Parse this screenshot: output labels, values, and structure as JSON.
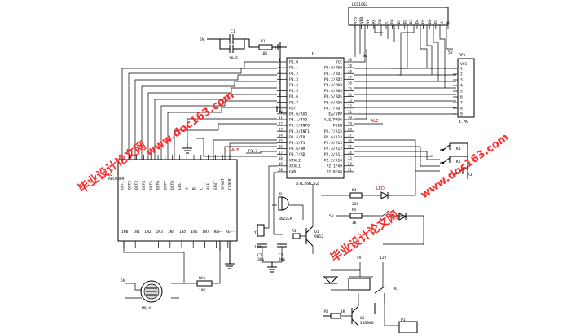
{
  "mcu": {
    "name": "STC89C52",
    "ref": "U1",
    "pins_left": [
      "P1.0",
      "P1.1",
      "P1.2",
      "P1.3",
      "P1.4",
      "P1.5",
      "P1.6",
      "P1.7",
      "RST",
      "P3.0/RXD",
      "P3.1/TXD",
      "P3.2/INT0",
      "P3.3/INT1",
      "P3.4/T0",
      "P3.5/T1",
      "P3.6/WR",
      "P3.7/RD",
      "XTAL2",
      "XTAL1",
      "GND"
    ],
    "pins_right": [
      "VCC",
      "P0.0/AD0",
      "P0.1/AD1",
      "P0.2/AD2",
      "P0.3/AD3",
      "P0.4/AD4",
      "P0.5/AD5",
      "P0.6/AD6",
      "P0.7/AD7",
      "EA/VPP",
      "ALE/PROG",
      "PSEN",
      "P2.7/A15",
      "P2.6/A14",
      "P2.5/A13",
      "P2.4/A12",
      "P2.3/A11",
      "P2.2/A10",
      "P2.1/A9",
      "P2.0/A8"
    ],
    "nums_left": [
      "1",
      "2",
      "3",
      "4",
      "5",
      "6",
      "7",
      "8",
      "9",
      "10",
      "11",
      "12",
      "13",
      "14",
      "15",
      "16",
      "17",
      "18",
      "19",
      "20"
    ],
    "nums_right": [
      "40",
      "39",
      "38",
      "37",
      "36",
      "35",
      "34",
      "33",
      "32",
      "31",
      "30",
      "29",
      "28",
      "27",
      "26",
      "25",
      "24",
      "23",
      "22",
      "21"
    ]
  },
  "adc": {
    "name": "ADC0809",
    "ref": "U2",
    "pins_top": [
      "OUT1",
      "OUT2",
      "OUT3",
      "OUT4",
      "OUT5",
      "OUT6",
      "OUT7",
      "OUT8",
      "EOC",
      "A",
      "B",
      "C",
      "ALE",
      "EOUT",
      "START",
      "CLOCK"
    ],
    "pins_bottom": [
      "IN0",
      "IN1",
      "IN2",
      "IN3",
      "IN4",
      "IN5",
      "IN6",
      "IN7",
      "REF+",
      "REF-"
    ]
  },
  "lcd": {
    "ref": "LCD1602",
    "pins": [
      "VSS",
      "VDD",
      "V0",
      "RS",
      "RW",
      "E",
      "D0",
      "D1",
      "D2",
      "D3",
      "D4",
      "D5",
      "D6",
      "D7",
      "A",
      "K"
    ]
  },
  "rp": {
    "ref": "RP1",
    "value": "4.7K",
    "vcc": "VCC",
    "pins": [
      "1",
      "2",
      "3",
      "4",
      "5",
      "6",
      "7",
      "8",
      "9"
    ]
  },
  "parts": {
    "c1": "C1",
    "c1_val": "10uF",
    "r1": "R1",
    "r1_val": "10K",
    "vcc5_a": "5V",
    "vcc5_b": "5V",
    "vcc5_c": "5V",
    "vcc5_d": "5V",
    "vcc5_e": "5V",
    "vcc12": "12V",
    "x1": "Y1",
    "x1_val": "12M",
    "c2": "C2",
    "c2_val": "30p",
    "c3": "C3",
    "c3_val": "30p",
    "buzzer": "BUZZER",
    "buzzer_ref": "P",
    "q1": "Q1",
    "q1_val": "9012",
    "r3": "R3",
    "led": "LED",
    "r4": "R4",
    "r4_val": "220",
    "r5": "R5",
    "r5_val": "1K",
    "k1": "K1",
    "k2": "K2",
    "k3": "K3",
    "r2": "R2",
    "r2_val": "1K",
    "q2": "Q2",
    "q2_val": "2N3906",
    "relay": "K1",
    "sensor": "MQ-4",
    "ra1": "RA1",
    "ra1_val": "10K",
    "p1": "P1",
    "p17": "P1.7",
    "ale": "ALE"
  },
  "watermarks": {
    "cn": "毕业设计论文网",
    "url": "www.doc163.com"
  }
}
